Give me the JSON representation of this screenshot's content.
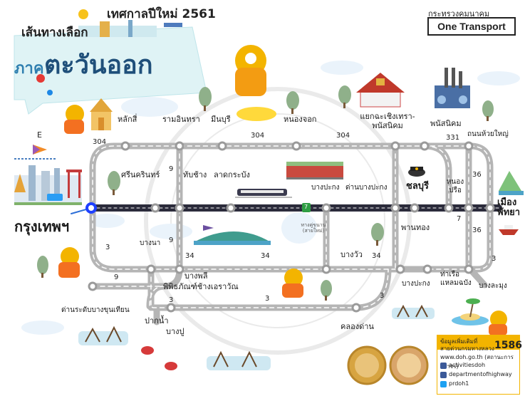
{
  "title": {
    "line_left": "เส้นทางเลือก",
    "line_right": "เทศกาลปีใหม่ 2561",
    "region_small": "ภาค",
    "region_big": "ตะวันออก"
  },
  "ministry": {
    "name": "กระทรวงคมนาคม",
    "brand": "One Transport"
  },
  "compass_letter": "E",
  "places": {
    "lak_si": "หลักสี่",
    "ram_inthra": "รามอินทรา",
    "min_buri": "มีนบุรี",
    "nong_chok": "หนองจอก",
    "chachoengsao_junction": "แยกฉะเชิงเทรา-พนัสนิคม",
    "phanat_nikhom_icon": "พนัสนิคม",
    "phanat_nikhom": "พนัสนิคม",
    "nong_hua_yai_road": "ถนนห้วยใหญ่",
    "srinakarin": "ศรีนครินทร์",
    "thap_chang": "ทับช้าง",
    "lat_krabang": "ลาดกระบัง",
    "bang_pakong_top": "บางปะกง",
    "dan_bang_pakong": "ด่านบางปะกง",
    "chonburi": "ชลบุรี",
    "nong_prue": "หนองปรือ",
    "pattaya": "เมืองพัทยา",
    "bangkok": "กรุงเทพฯ",
    "phan_thong": "พานทอง",
    "bang_na": "บางนา",
    "alt_route": "ทางคู่ขนาน (สายใหม่)",
    "bang_phli": "บางพลี",
    "bang_wua": "บางวัว",
    "erawan_museum": "พิพิธภัณฑ์ช้างเอราวัณ",
    "bang_pakong_bottom": "บางปะกง",
    "laem_chabang": "ท่าเรือแหลมฉบัง",
    "bang_lamung": "บางละมุง",
    "toll_bangkhunthian": "ด่านระดับบางขุนเทียน",
    "pak_nam": "ปากน้ำ",
    "bang_pu": "บางปู",
    "khlong_dan": "คลองด่าน"
  },
  "route_numbers": {
    "r304_a": "304",
    "r304_b": "304",
    "r304_c": "304",
    "r331": "331",
    "r9_a": "9",
    "r9_b": "9",
    "r9_c": "9",
    "r3_a": "3",
    "r3_b": "3",
    "r3_c": "3",
    "r3_d": "3",
    "r3_e": "3",
    "r34_a": "34",
    "r34_b": "34",
    "r34_c": "34",
    "r36_a": "36",
    "r36_b": "36",
    "r7_a": "7",
    "r7_b": "7"
  },
  "info": {
    "line1": "ข้อมูลเพิ่มเติมที่",
    "line2": "สายด่วนกรมทางหลวง",
    "hotline": "1586",
    "web": "www.doh.go.th (สถานะการจราจร)",
    "social1": "activitiesdoh",
    "social2": "departmentofhighway",
    "social3": "prdoh1"
  },
  "colors": {
    "road": "#b5b5b5",
    "road_dash": "#ffffff",
    "motorway": "#2b2b3b",
    "bangkok_node": "#1e40ff",
    "node": "#9a9a9a",
    "accent_yellow": "#f3b400",
    "accent_green": "#2f9e44"
  },
  "icons": [
    "mascot-icon",
    "temple-icon",
    "tree-icon",
    "train-icon",
    "factory-icon",
    "airport-icon",
    "police-hat-icon",
    "boat-icon",
    "crab-icon",
    "mangrove-icon",
    "island-icon",
    "medal-icon",
    "sun-icon",
    "plane-icon",
    "facebook-icon",
    "web-icon"
  ]
}
